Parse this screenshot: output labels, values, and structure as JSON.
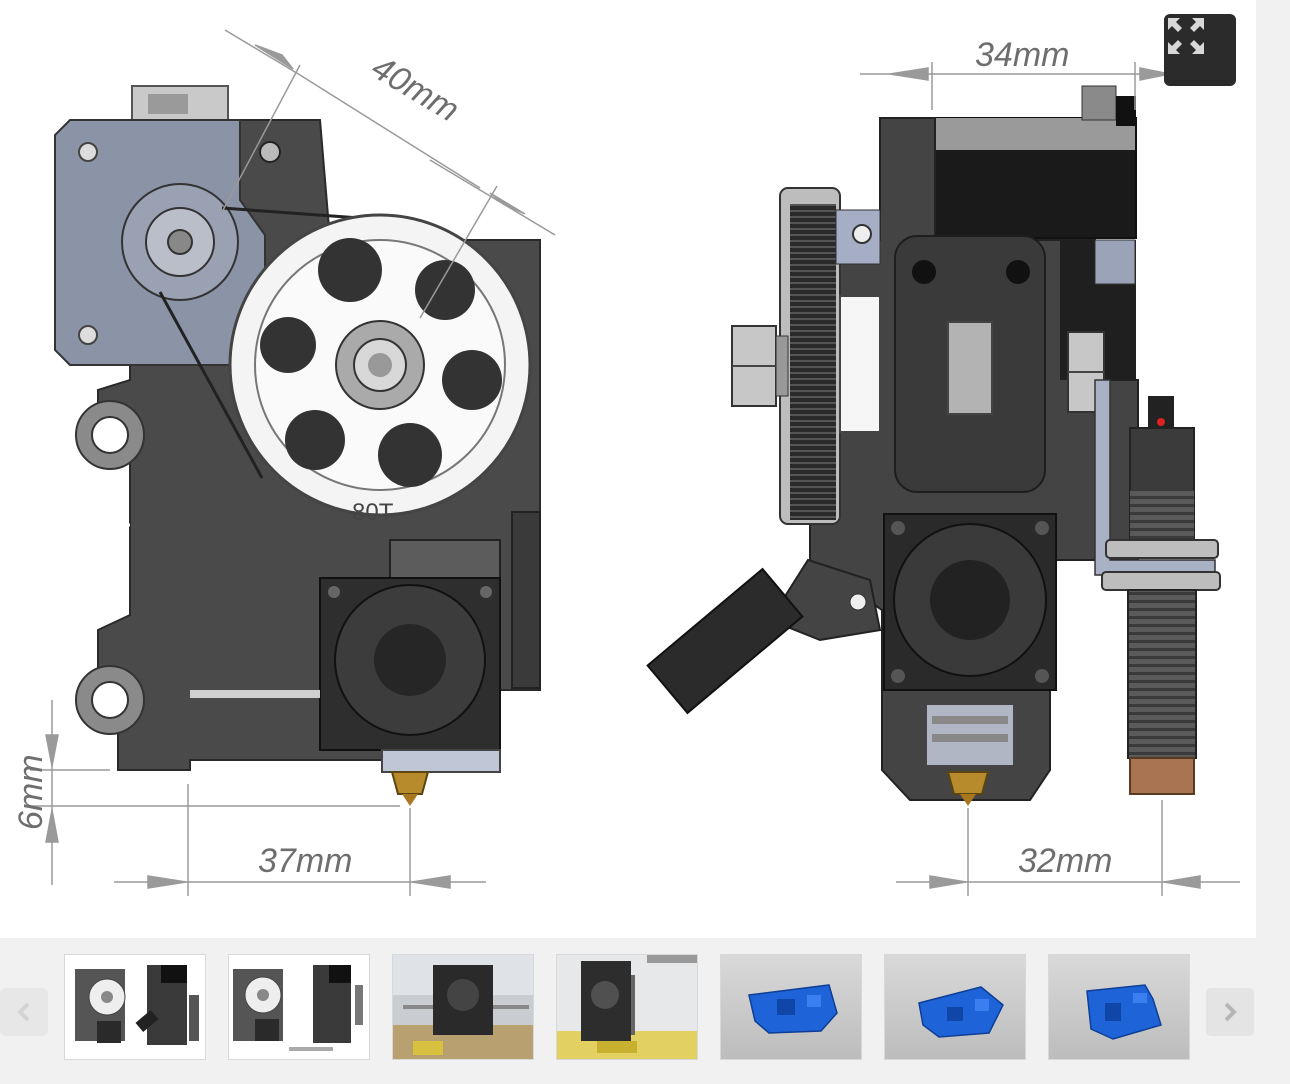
{
  "dimensions": {
    "top_left": "40mm",
    "top_right": "34mm",
    "left_vertical": "6mm",
    "bottom_left": "37mm",
    "bottom_right": "32mm",
    "pulley_label": "80T"
  },
  "controls": {
    "fullscreen": "expand-icon",
    "prev": "chevron-left-icon",
    "next": "chevron-right-icon"
  },
  "thumbnails": [
    {
      "kind": "drawing"
    },
    {
      "kind": "drawing-alt"
    },
    {
      "kind": "photo"
    },
    {
      "kind": "photo"
    },
    {
      "kind": "render-blue"
    },
    {
      "kind": "render-blue"
    },
    {
      "kind": "render-blue"
    }
  ],
  "colors": {
    "accent_blue": "#1e64d8",
    "dark_button": "#2b2b2b"
  }
}
